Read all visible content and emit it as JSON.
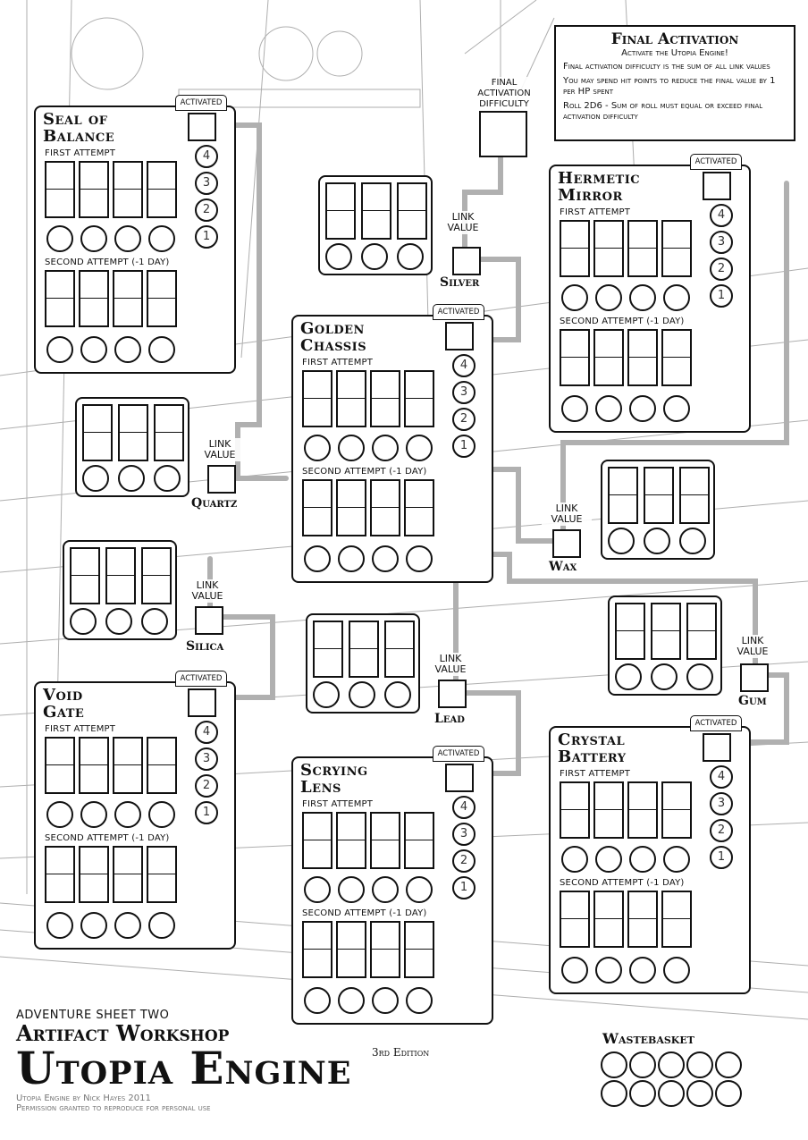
{
  "colors": {
    "ink": "#111111",
    "link_line": "#b0b0b0",
    "bg_sketch": "#9a9a9a"
  },
  "common": {
    "activated": "ACTIVATED",
    "first_attempt": "FIRST ATTEMPT",
    "second_attempt": "SECOND ATTEMPT (-1 DAY)",
    "link_value": "LINK VALUE",
    "numbers": [
      "4",
      "3",
      "2",
      "1"
    ]
  },
  "final_activation": {
    "title": "Final Activation",
    "subtitle": "Activate the Utopia Engine!",
    "lines": [
      "Final activation difficulty is the sum of all link values",
      "You may spend hit points to reduce the final value by 1 per HP spent",
      "Roll 2D6 - Sum of roll must equal or exceed final activation difficulty"
    ],
    "difficulty_label": "FINAL ACTIVATION DIFFICULTY"
  },
  "artifacts": {
    "seal_of_balance": {
      "title_line1": "Seal of",
      "title_line2": "Balance"
    },
    "hermetic_mirror": {
      "title_line1": "Hermetic",
      "title_line2": "Mirror"
    },
    "golden_chassis": {
      "title_line1": "Golden",
      "title_line2": "Chassis"
    },
    "void_gate": {
      "title_line1": "Void",
      "title_line2": "Gate"
    },
    "scrying_lens": {
      "title_line1": "Scrying",
      "title_line2": "Lens"
    },
    "crystal_battery": {
      "title_line1": "Crystal",
      "title_line2": "Battery"
    }
  },
  "components": {
    "silver": "Silver",
    "quartz": "Quartz",
    "wax": "Wax",
    "silica": "Silica",
    "lead": "Lead",
    "gum": "Gum"
  },
  "wastebasket": {
    "title": "Wastebasket"
  },
  "footer": {
    "sheet": "ADVENTURE SHEET TWO",
    "workshop": "Artifact Workshop",
    "edition": "3rd Edition",
    "game": "Utopia Engine",
    "credit": "Utopia Engine by Nick Hayes 2011",
    "permission": "Permission granted to reproduce for personal use"
  }
}
